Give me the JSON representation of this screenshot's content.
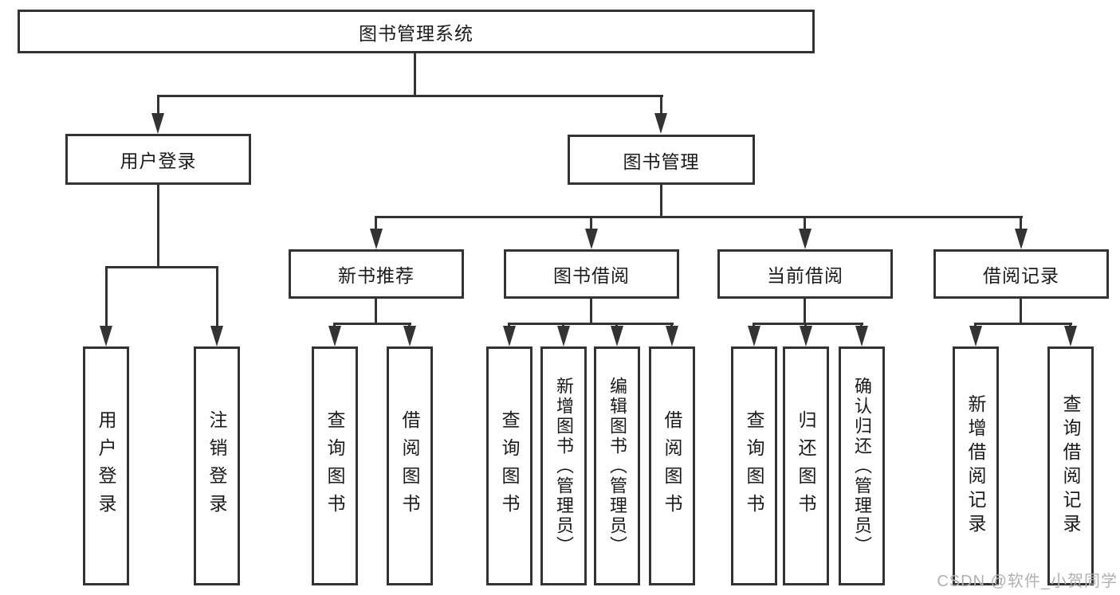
{
  "tree": {
    "root": {
      "label": "图书管理系统",
      "children": [
        {
          "label": "用户登录",
          "children": [
            {
              "label": "用户登录"
            },
            {
              "label": "注销登录"
            }
          ]
        },
        {
          "label": "图书管理",
          "children": [
            {
              "label": "新书推荐",
              "children": [
                {
                  "label": "查询图书"
                },
                {
                  "label": "借阅图书"
                }
              ]
            },
            {
              "label": "图书借阅",
              "children": [
                {
                  "label": "查询图书"
                },
                {
                  "label": "新增图书（管理员）"
                },
                {
                  "label": "编辑图书（管理员）"
                },
                {
                  "label": "借阅图书"
                }
              ]
            },
            {
              "label": "当前借阅",
              "children": [
                {
                  "label": "查询图书"
                },
                {
                  "label": "归还图书"
                },
                {
                  "label": "确认归还（管理员）"
                }
              ]
            },
            {
              "label": "借阅记录",
              "children": [
                {
                  "label": "新增借阅记录"
                },
                {
                  "label": "查询借阅记录"
                }
              ]
            }
          ]
        }
      ]
    }
  },
  "watermark": {
    "text": "CSDN @软件_小贺同学",
    "color": "#b1b1b1"
  },
  "colors": {
    "line": "#333333",
    "text": "#1a1a1a",
    "box_fill": "#ffffff",
    "background": "#ffffff"
  }
}
